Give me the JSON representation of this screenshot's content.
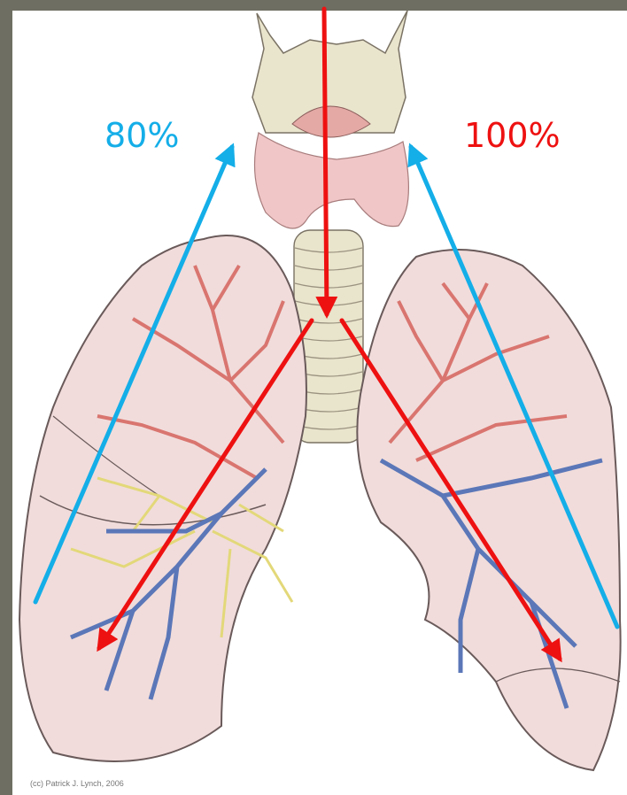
{
  "labels": {
    "left_percent": "80%",
    "right_percent": "100%"
  },
  "credit": "(cc) Patrick J. Lynch, 2006",
  "colors": {
    "background_border": "#6e6e62",
    "lung_fill": "#f1dcdb",
    "lung_stroke": "#6a5a5a",
    "trachea_fill": "#e9e4cc",
    "thyroid_fill": "#f0c6c6",
    "artery": "#d9756f",
    "vein_blue": "#5b77b8",
    "bronchi_yellow": "#e3d879",
    "red_arrow": "#ee1111",
    "blue_arrow": "#14aee8"
  }
}
